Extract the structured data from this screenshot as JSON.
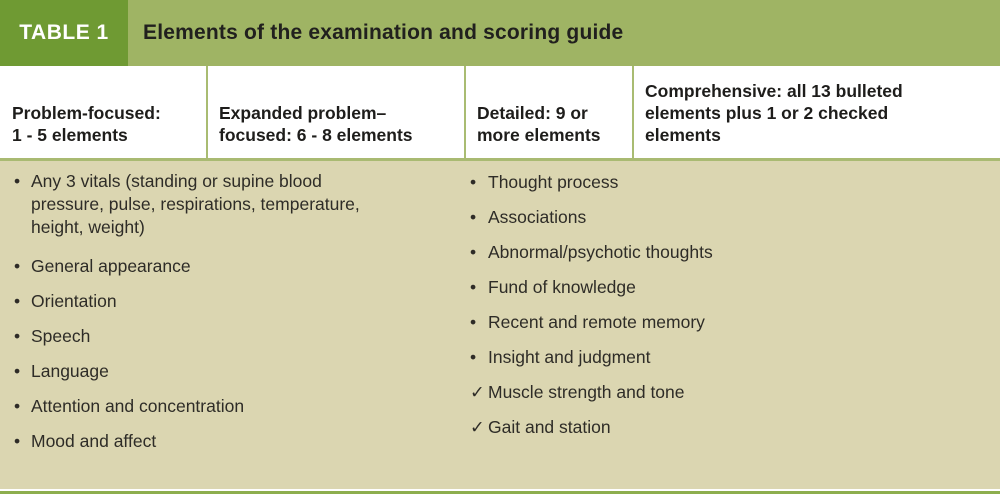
{
  "colors": {
    "badge_green": "#6f9a33",
    "bar_green": "#9fb464",
    "divider_green": "#a9bc72",
    "bottom_rule_green": "#8dae4e",
    "body_beige": "#dbd6b1",
    "text_dark": "#1e1d1b"
  },
  "header": {
    "table_label": "TABLE 1",
    "title": "Elements of the examination and scoring guide"
  },
  "columns": [
    {
      "label": "Problem-focused:\n1 - 5 elements"
    },
    {
      "label": "Expanded problem–\nfocused: 6 - 8 elements"
    },
    {
      "label": "Detailed: 9 or\nmore elements"
    },
    {
      "label": "Comprehensive: all 13 bulleted\nelements plus 1 or 2 checked\nelements"
    }
  ],
  "body": {
    "left_items": [
      {
        "marker": "•",
        "text": "Any 3 vitals (standing or supine blood\npressure, pulse, respirations, temperature,\nheight, weight)"
      },
      {
        "marker": "•",
        "text": "General appearance"
      },
      {
        "marker": "•",
        "text": "Orientation"
      },
      {
        "marker": "•",
        "text": "Speech"
      },
      {
        "marker": "•",
        "text": "Language"
      },
      {
        "marker": "•",
        "text": "Attention and concentration"
      },
      {
        "marker": "•",
        "text": "Mood and affect"
      }
    ],
    "right_items": [
      {
        "marker": "•",
        "text": "Thought process"
      },
      {
        "marker": "•",
        "text": "Associations"
      },
      {
        "marker": "•",
        "text": "Abnormal/psychotic thoughts"
      },
      {
        "marker": "•",
        "text": "Fund of knowledge"
      },
      {
        "marker": "•",
        "text": "Recent and remote memory"
      },
      {
        "marker": "•",
        "text": "Insight and judgment"
      },
      {
        "marker": "✓",
        "text": "Muscle strength and tone"
      },
      {
        "marker": "✓",
        "text": "Gait and station"
      }
    ]
  }
}
